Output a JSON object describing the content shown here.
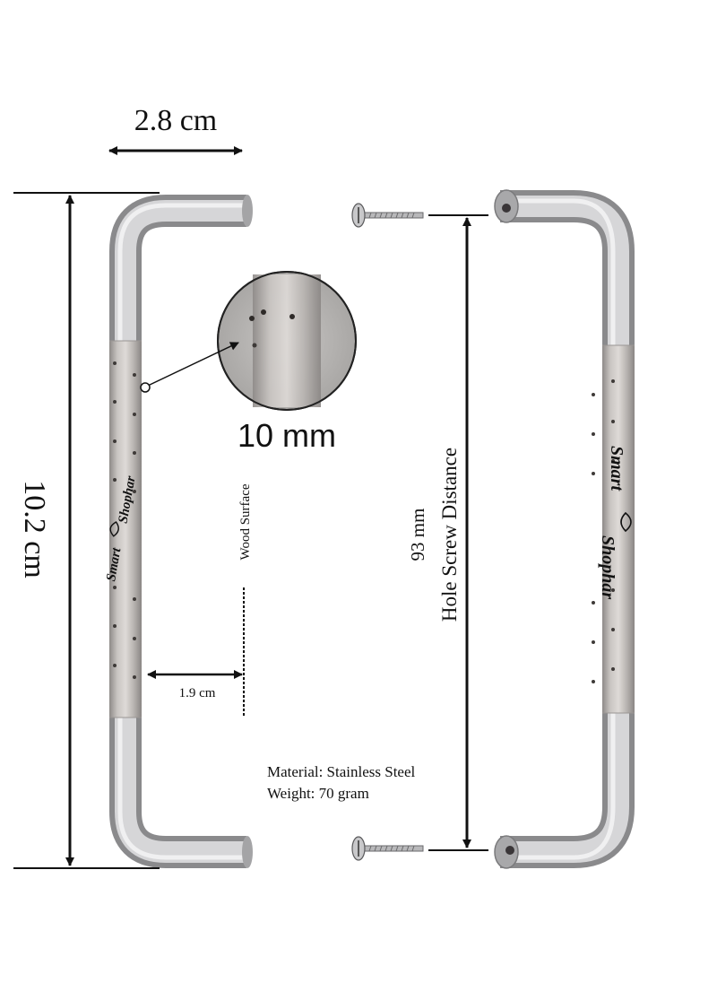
{
  "dimensions": {
    "width_label": "2.8 cm",
    "height_label": "10.2 cm",
    "hole_size_label": "10 mm",
    "wood_surface_label": "Wood Surface",
    "clearance_label": "1.9 cm",
    "hole_distance_value": "93 mm",
    "hole_distance_caption": "Hole Screw Distance"
  },
  "specs": {
    "material": "Material: Stainless Steel",
    "weight": "Weight: 70 gram"
  },
  "brand": {
    "line1": "Smart",
    "line2": "Shophar"
  }
}
